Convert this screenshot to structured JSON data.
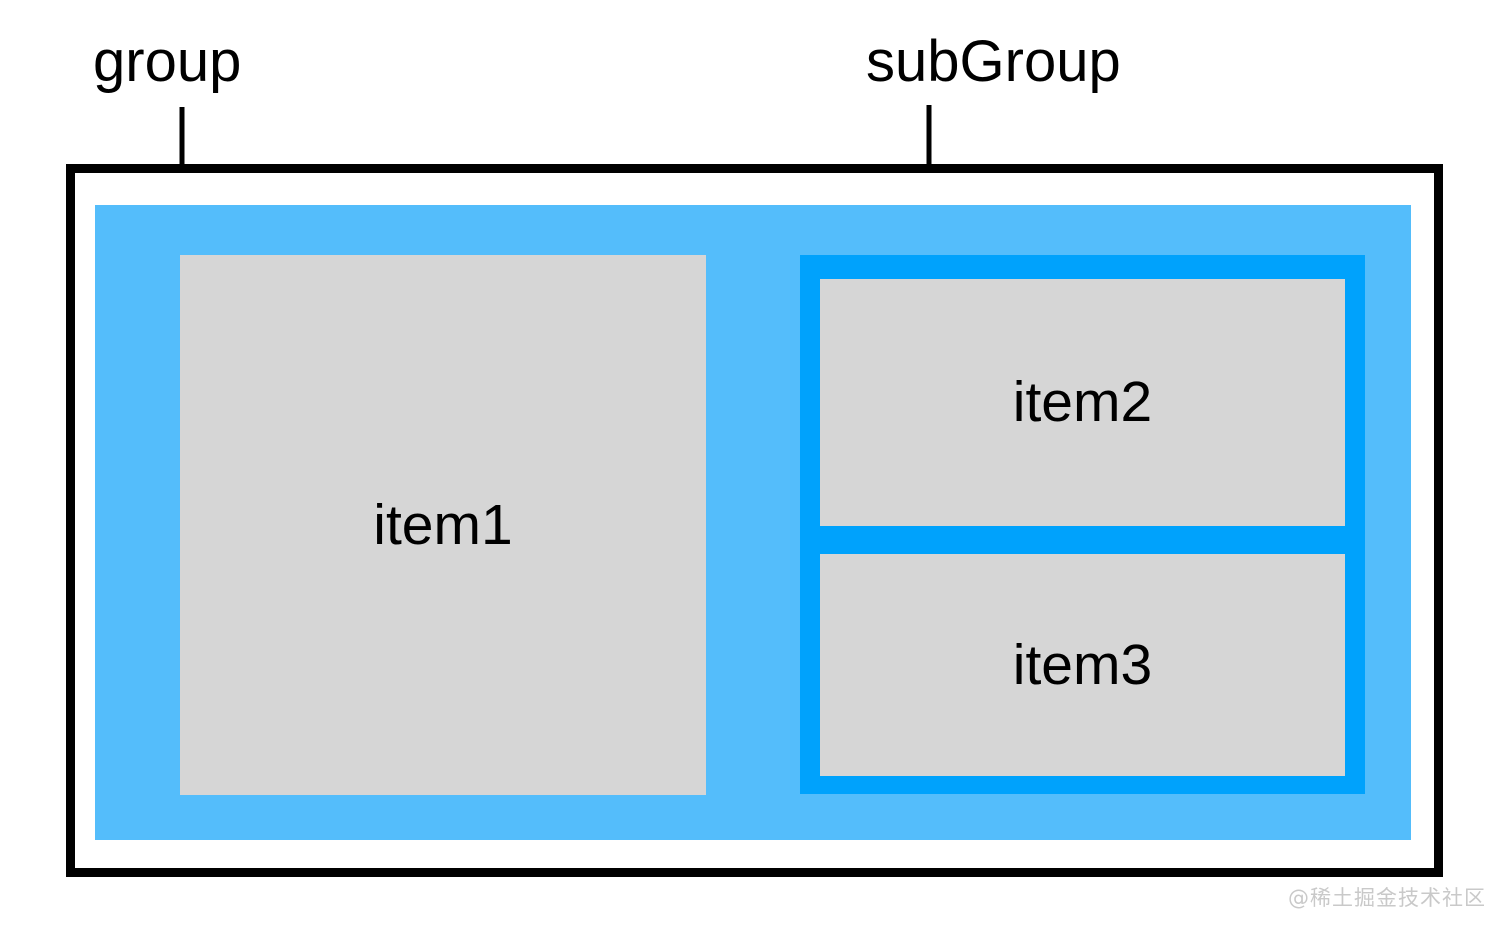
{
  "diagram": {
    "title": "flex-layout-nesting-diagram",
    "annotations": [
      {
        "label": "group",
        "points_to": "group-box",
        "arrow": "down-arrow-icon"
      },
      {
        "label": "subGroup",
        "points_to": "subgroup-box",
        "arrow": "down-arrow-icon"
      }
    ],
    "containers": {
      "outer_frame": {
        "name": "outer-frame",
        "border_color": "#000000",
        "fill": "#ffffff"
      },
      "group": {
        "name": "group",
        "fill": "#54bdfb",
        "children": [
          "item1",
          "subGroup"
        ]
      },
      "subgroup": {
        "name": "subGroup",
        "fill": "#00a2fc",
        "children": [
          "item2",
          "item3"
        ]
      }
    },
    "items": [
      {
        "id": "item1",
        "label": "item1",
        "fill": "#d6d6d6",
        "parent": "group"
      },
      {
        "id": "item2",
        "label": "item2",
        "fill": "#d6d6d6",
        "parent": "subGroup"
      },
      {
        "id": "item3",
        "label": "item3",
        "fill": "#d6d6d6",
        "parent": "subGroup"
      }
    ]
  },
  "watermark": {
    "text": "@稀土掘金技术社区"
  },
  "colors": {
    "group_blue": "#54bdfb",
    "subgroup_blue": "#00a2fc",
    "item_gray": "#d6d6d6",
    "frame_black": "#000000",
    "page_background": "#ffffff",
    "watermark_gray": "#c9c9c9"
  }
}
